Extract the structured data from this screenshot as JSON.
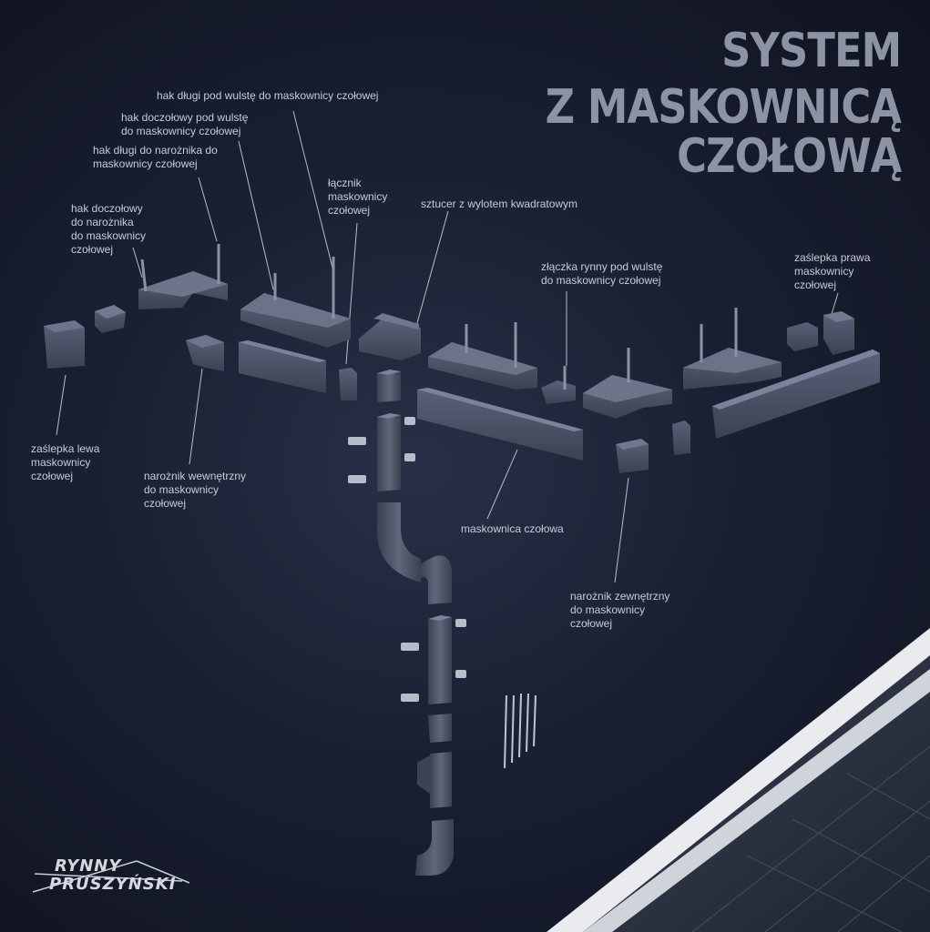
{
  "title": {
    "line1": "SYSTEM",
    "line2": "Z MASKOWNICĄ",
    "line3": "CZOŁOWĄ"
  },
  "labels": {
    "hak_dlugi_wulst": "hak długi pod wulstę do maskownicy czołowej",
    "hak_doczolowy_wulst": "hak doczołowy pod wulstę\ndo maskownicy czołowej",
    "hak_dlugi_naroznik": "hak długi do narożnika do\nmaskownicy czołowej",
    "hak_doczolowy_naroznik": "hak doczołowy\ndo narożnika\ndo maskownicy\nczołowej",
    "lacznik": "łącznik\nmaskownicy\nczołowej",
    "sztucer": "sztucer z wylotem kwadratowym",
    "zlaczka": "złączka rynny pod wulstę\ndo maskownicy czołowej",
    "zaslepka_prawa": "zaślepka prawa\nmaskownicy\nczołowej",
    "zaslepka_lewa": "zaślepka lewa\nmaskownicy\nczołowej",
    "naroznik_wewnetrzny": "narożnik wewnętrzny\ndo maskownicy\nczołowej",
    "maskownica": "maskownica czołowa",
    "naroznik_zewnetrzny": "narożnik zewnętrzny\ndo maskownicy\nczołowej"
  },
  "logo": {
    "line1": "RYNNY",
    "line2": "PRUSZYŃSKI"
  },
  "colors": {
    "background": "#1a2033",
    "title": "#8d93a2",
    "label": "#c8ccd6",
    "part_face": "#4a5263",
    "part_top": "#636c7e",
    "part_dark": "#343a48",
    "leader": "#b8bcc6",
    "roof_fascia": "#e8eaee",
    "roof_tiles": "#2c3240"
  }
}
